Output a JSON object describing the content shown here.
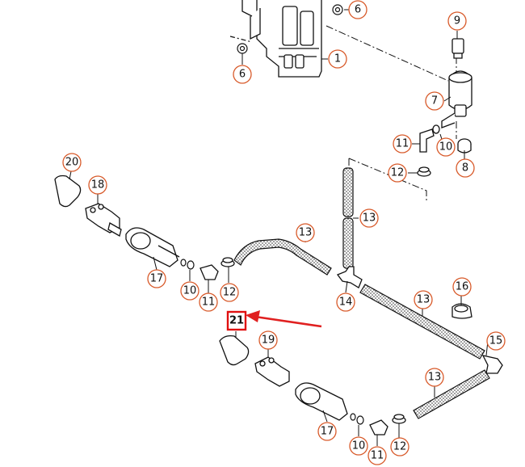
{
  "diagram": {
    "callouts": [
      {
        "id": "c1",
        "text": "1"
      },
      {
        "id": "c6a",
        "text": "6"
      },
      {
        "id": "c6b",
        "text": "6"
      },
      {
        "id": "c7",
        "text": "7"
      },
      {
        "id": "c8",
        "text": "8"
      },
      {
        "id": "c9",
        "text": "9"
      },
      {
        "id": "c10a",
        "text": "10"
      },
      {
        "id": "c10b",
        "text": "10"
      },
      {
        "id": "c10c",
        "text": "10"
      },
      {
        "id": "c11a",
        "text": "11"
      },
      {
        "id": "c11b",
        "text": "11"
      },
      {
        "id": "c11c",
        "text": "11"
      },
      {
        "id": "c12a",
        "text": "12"
      },
      {
        "id": "c12b",
        "text": "12"
      },
      {
        "id": "c12c",
        "text": "12"
      },
      {
        "id": "c13a",
        "text": "13"
      },
      {
        "id": "c13b",
        "text": "13"
      },
      {
        "id": "c13c",
        "text": "13"
      },
      {
        "id": "c13d",
        "text": "13"
      },
      {
        "id": "c14",
        "text": "14"
      },
      {
        "id": "c15",
        "text": "15"
      },
      {
        "id": "c16",
        "text": "16"
      },
      {
        "id": "c17a",
        "text": "17"
      },
      {
        "id": "c17b",
        "text": "17"
      },
      {
        "id": "c18",
        "text": "18"
      },
      {
        "id": "c19",
        "text": "19"
      },
      {
        "id": "c20",
        "text": "20"
      }
    ],
    "highlighted": {
      "text": "21"
    },
    "colors": {
      "callout_stroke": "#d85a2a",
      "highlight_stroke": "#e01010",
      "arrow": "#e02020",
      "line": "#111111"
    }
  }
}
